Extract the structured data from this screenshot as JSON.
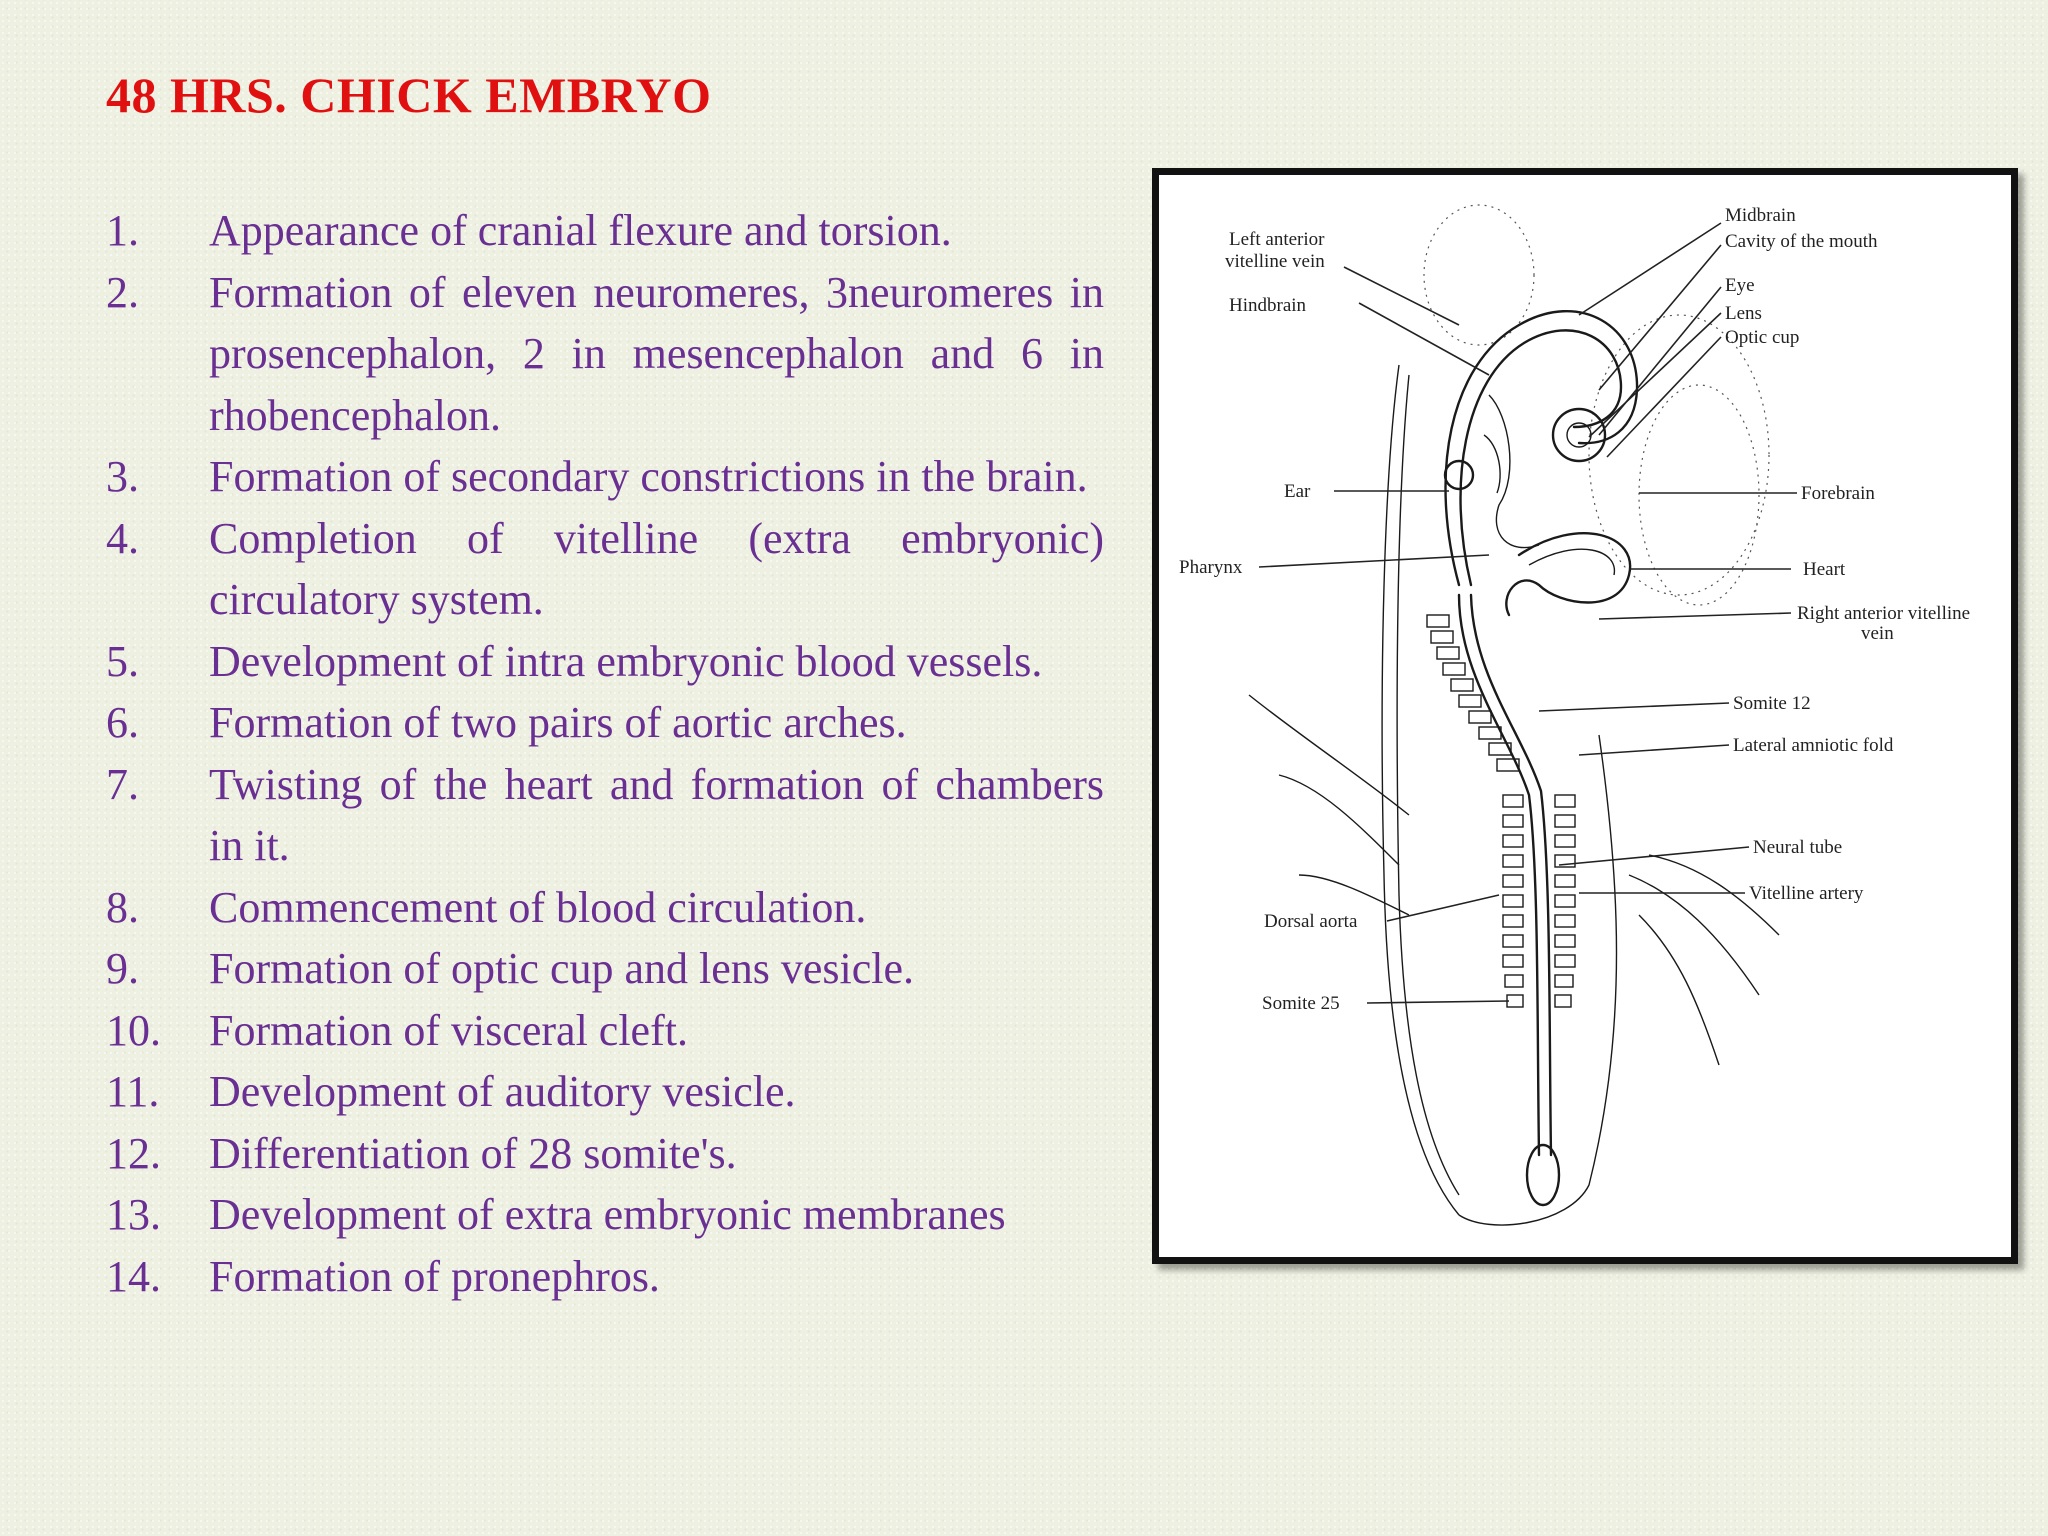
{
  "title": "48 HRS. CHICK EMBRYO",
  "points": [
    {
      "num": "1.",
      "text": "Appearance of cranial flexure and torsion."
    },
    {
      "num": "2.",
      "text": "Formation of eleven neuromeres, 3neuromeres in prosencephalon, 2 in mesencephalon and 6 in rhobencephalon."
    },
    {
      "num": "3.",
      "text": "Formation of secondary constrictions in the brain."
    },
    {
      "num": "4.",
      "text": "Completion of vitelline (extra embryonic) circulatory system."
    },
    {
      "num": "5.",
      "text": "Development of intra embryonic blood vessels."
    },
    {
      "num": "6.",
      "text": "Formation of two pairs of aortic arches."
    },
    {
      "num": "7.",
      "text": "Twisting of the heart and formation of chambers in it."
    },
    {
      "num": "8.",
      "text": "Commencement of blood circulation."
    },
    {
      "num": "9.",
      "text": "Formation of optic cup and lens vesicle."
    },
    {
      "num": "10.",
      "text": "Formation of visceral cleft."
    },
    {
      "num": "11.",
      "text": "Development of auditory vesicle."
    },
    {
      "num": "12.",
      "text": "Differentiation of 28 somite's."
    },
    {
      "num": "13.",
      "text": "Development of extra embryonic membranes"
    },
    {
      "num": "14.",
      "text": "Formation of pronephros."
    }
  ],
  "figure": {
    "labels": {
      "left_anterior_1": "Left anterior",
      "left_anterior_2": "vitelline vein",
      "hindbrain": "Hindbrain",
      "ear": "Ear",
      "pharynx": "Pharynx",
      "dorsal_aorta": "Dorsal aorta",
      "somite_25": "Somite 25",
      "midbrain": "Midbrain",
      "cavity_mouth": "Cavity of the mouth",
      "eye": "Eye",
      "lens": "Lens",
      "optic_cup": "Optic cup",
      "forebrain": "Forebrain",
      "heart": "Heart",
      "right_anterior_1": "Right anterior vitelline",
      "right_anterior_2": "vein",
      "somite_12": "Somite 12",
      "lateral_amniotic_fold": "Lateral amniotic fold",
      "neural_tube": "Neural tube",
      "vitelline_artery": "Vitelline artery"
    }
  },
  "colors": {
    "title": "#e01010",
    "body_text": "#6a2f92",
    "background": "#eef0e2"
  }
}
